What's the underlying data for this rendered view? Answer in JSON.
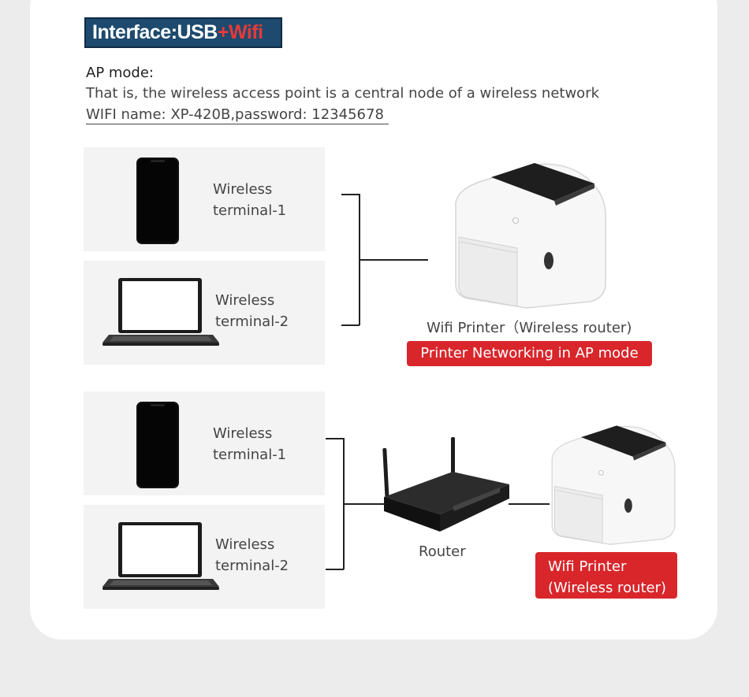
{
  "title": {
    "prefix": "Interface:USB",
    "plus": "+",
    "wifi": "Wifi"
  },
  "ap_mode": {
    "heading": "AP mode:",
    "description": "That is, the wireless access point is a central node of a wireless network",
    "wifi_info": "WIFI name: XP-420B,password: 12345678"
  },
  "diagram_ap": {
    "terminal_1": {
      "line1": "Wireless",
      "line2": "terminal-1"
    },
    "terminal_2": {
      "line1": "Wireless",
      "line2": "terminal-2"
    },
    "printer_caption": "Wifi Printer（Wireless router)",
    "tag": "Printer Networking in AP mode"
  },
  "diagram_router": {
    "terminal_1": {
      "line1": "Wireless",
      "line2": "terminal-1"
    },
    "terminal_2": {
      "line1": "Wireless",
      "line2": "terminal-2"
    },
    "router_caption": "Router",
    "printer_tag": {
      "line1": "Wifi Printer",
      "line2": "(Wireless router)"
    }
  },
  "colors": {
    "badge": "#1d4a6e",
    "accent_red": "#d8262b",
    "panel": "#f3f3f3"
  },
  "icons": [
    "smartphone-icon",
    "laptop-icon",
    "printer-icon",
    "router-icon"
  ]
}
